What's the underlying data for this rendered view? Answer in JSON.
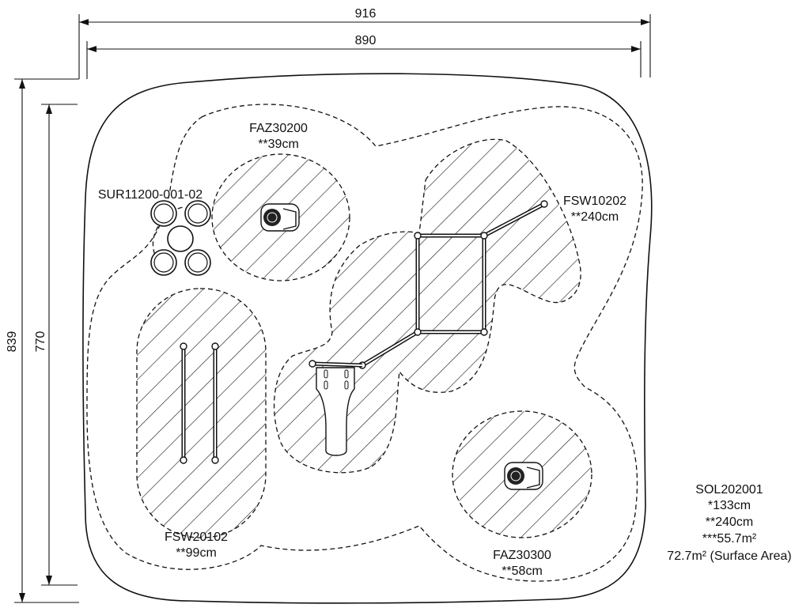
{
  "dimensions": {
    "outer_width": "916",
    "inner_width": "890",
    "outer_height": "839",
    "inner_height": "770"
  },
  "labels": {
    "faz30200": {
      "code": "FAZ30200",
      "height": "**39cm"
    },
    "sur11200": {
      "code": "SUR11200-001-02"
    },
    "fsw10202": {
      "code": "FSW10202",
      "height": "**240cm"
    },
    "fsw20102": {
      "code": "FSW20102",
      "height": "**99cm"
    },
    "faz30300": {
      "code": "FAZ30300",
      "height": "**58cm"
    }
  },
  "summary": {
    "code": "SOL202001",
    "line1": "*133cm",
    "line2": "**240cm",
    "line3": "***55.7m²",
    "line4": "72.7m² (Surface Area)"
  }
}
